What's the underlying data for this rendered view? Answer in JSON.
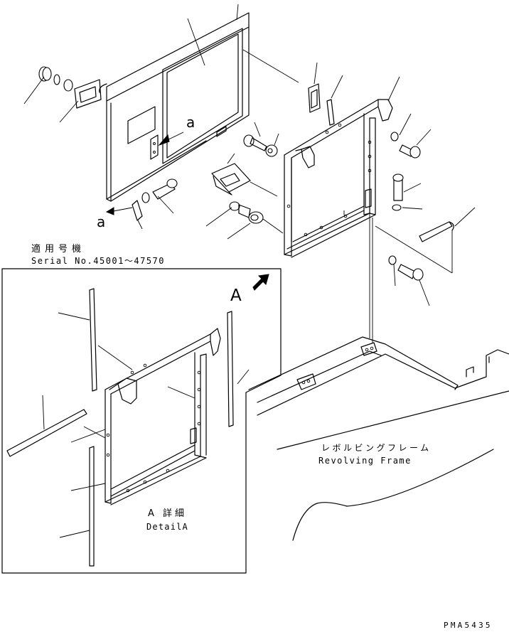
{
  "header": {
    "applicable_models_jp": "適用号機",
    "serial_line": "Serial No.45001～47570"
  },
  "detail_view": {
    "view_marker": "A",
    "caption_jp": "A 詳細",
    "caption_en": "DetailA"
  },
  "view_arrow_labels": {
    "upper": "a",
    "lower": "a"
  },
  "frame_label": {
    "jp": "レボルビングフレーム",
    "en": "Revolving Frame"
  },
  "drawing_code": "PMA5435",
  "colors": {
    "ink": "#000000",
    "paper": "#ffffff"
  }
}
